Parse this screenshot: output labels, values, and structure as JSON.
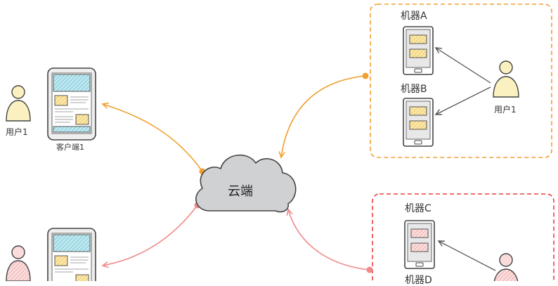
{
  "cloud": {
    "label": "云端"
  },
  "left": {
    "top_user": {
      "label": "用户1"
    },
    "top_client": {
      "label": "客户端1"
    }
  },
  "group_orange": {
    "machine_a": {
      "label": "机器A"
    },
    "machine_b": {
      "label": "机器B"
    },
    "user": {
      "label": "用户1"
    }
  },
  "group_red": {
    "machine_c": {
      "label": "机器C"
    },
    "machine_d": {
      "label": "机器D"
    }
  },
  "colors": {
    "orange": "#f0a030",
    "red": "#e84040",
    "salmon": "#f08a8a",
    "cloud_fill": "#cfd1d3",
    "hatch_blue": "#7fcfe0",
    "hatch_yellow": "#f7d57a",
    "hatch_pink": "#f6b8b8",
    "user_fill": "#fbf0c0"
  }
}
